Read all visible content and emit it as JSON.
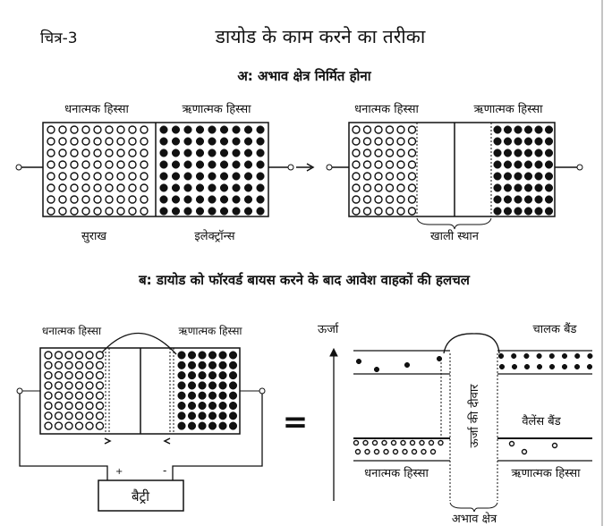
{
  "figure_number": "चित्र-3",
  "title": "डायोड के काम करने का तरीका",
  "section_a": {
    "heading": "अ: अभाव क्षेत्र निर्मित होना",
    "left_diagram": {
      "p_label": "धनात्मक हिस्सा",
      "n_label": "ऋणात्मक हिस्सा",
      "holes_label": "सुराख",
      "electrons_label": "इलेक्ट्रॉन्स"
    },
    "right_diagram": {
      "p_label": "धनात्मक हिस्सा",
      "n_label": "ऋणात्मक हिस्सा",
      "gap_label": "खाली स्थान"
    }
  },
  "section_b": {
    "heading": "ब: डायोड को फॉरवर्ड बायस करने के बाद आवेश वाहकों की हलचल",
    "circuit": {
      "p_label": "धनात्मक हिस्सा",
      "n_label": "ऋणात्मक हिस्सा",
      "battery_label": "बैट्री",
      "plus": "+",
      "minus": "-"
    },
    "equals": "=",
    "band_diagram": {
      "energy_label": "ऊर्जा",
      "conduction_band": "चालक बैंड",
      "valence_band": "वैलेंस बैंड",
      "barrier_label": "ऊर्जा की दीवार",
      "p_label": "धनात्मक हिस्सा",
      "n_label": "ऋणात्मक हिस्सा",
      "depletion_label": "अभाव क्षेत्र"
    }
  }
}
